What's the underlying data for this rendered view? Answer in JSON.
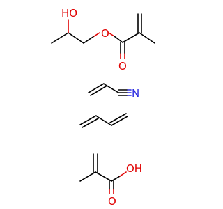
{
  "colors": {
    "bond": "#000000",
    "oxygen": "#e00000",
    "nitrogen": "#2a2ae0",
    "background": "#ffffff"
  },
  "molecules": [
    {
      "id": "hydroxypropyl-methacrylate",
      "atom_labels": {
        "hydroxyl": "HO",
        "ester_oxygen": "O",
        "carbonyl_oxygen": "O"
      }
    },
    {
      "id": "acrylonitrile",
      "atom_labels": {
        "nitrogen": "N"
      }
    },
    {
      "id": "butadiene",
      "atom_labels": {}
    },
    {
      "id": "methacrylic-acid",
      "atom_labels": {
        "hydroxyl": "OH",
        "carbonyl_oxygen": "O"
      }
    }
  ]
}
